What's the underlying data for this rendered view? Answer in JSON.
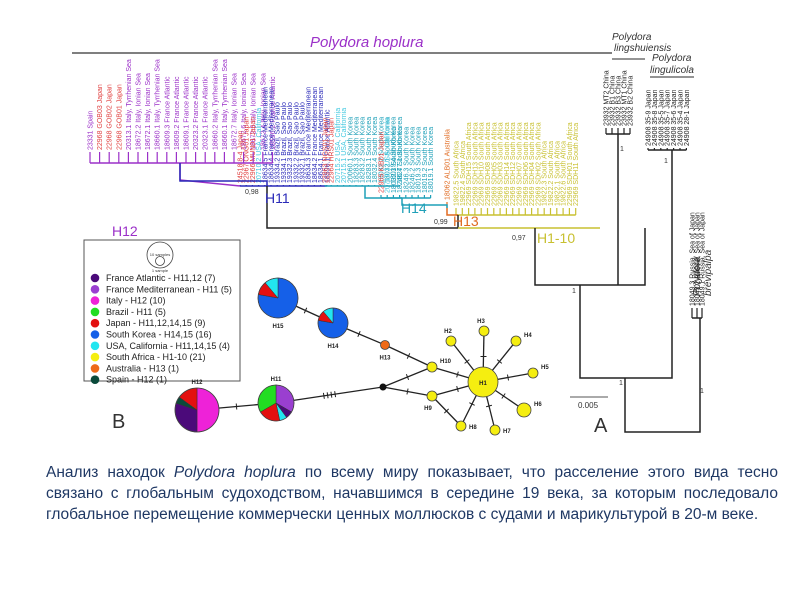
{
  "panels": {
    "tree_label": "A",
    "network_label": "B"
  },
  "tree": {
    "main_species": "Polydora hoplura",
    "species": [
      {
        "line1": "Polydora",
        "line2": "lingshuiensis"
      },
      {
        "line1": "Polydora",
        "line2": "lingulicola"
      },
      {
        "line1": "Polydora",
        "line2": "brevipalpa"
      }
    ],
    "clades": [
      {
        "name": "H12",
        "color": "#9b30c8"
      },
      {
        "name": "H11",
        "color": "#2a2ab8"
      },
      {
        "name": "H14",
        "color": "#1fa0b8"
      },
      {
        "name": "H13",
        "color": "#e06a20"
      },
      {
        "name": "H1-10",
        "color": "#c8c030"
      }
    ],
    "support_values": [
      "0,98",
      "0,99",
      "0,97",
      "1",
      "1",
      "1",
      "1",
      "1"
    ],
    "scale_bar": "0.005",
    "leaves": {
      "H12": [
        {
          "t": "23331 Spain",
          "c": "#9b30c8"
        },
        {
          "t": "22968 GOB03 Japan",
          "c": "#e04040"
        },
        {
          "t": "22968 GOB02 Japan",
          "c": "#e04040"
        },
        {
          "t": "22968 GOB01 Japan",
          "c": "#e04040"
        },
        {
          "t": "20313.1 Italy, Tyrrhenian Sea",
          "c": "#9b30c8"
        },
        {
          "t": "18672.2 Italy, Ionian Sea",
          "c": "#9b30c8"
        },
        {
          "t": "18672.1 Italy, Ionian Sea",
          "c": "#9b30c8"
        },
        {
          "t": "18660.1 Italy, Tyrrhenian Sea",
          "c": "#9b30c8"
        },
        {
          "t": "18609.3 France Atlantic",
          "c": "#9b30c8"
        },
        {
          "t": "18609.2 France Atlantic",
          "c": "#9b30c8"
        },
        {
          "t": "18609.1 France Atlantic",
          "c": "#9b30c8"
        },
        {
          "t": "20323.2 France Atlantic",
          "c": "#9b30c8"
        },
        {
          "t": "20323.1 France Atlantic",
          "c": "#9b30c8"
        },
        {
          "t": "18660.2 Italy, Tyrrhenian Sea",
          "c": "#9b30c8"
        },
        {
          "t": "18660.1 Italy, Tyrrhenian Sea",
          "c": "#9b30c8"
        },
        {
          "t": "18672.7 Italy, Ionian Sea",
          "c": "#9b30c8"
        },
        {
          "t": "18672.6 Italy, Ionian Sea",
          "c": "#9b30c8"
        },
        {
          "t": "18672.5 Italy, Ionian Sea",
          "c": "#9b30c8"
        },
        {
          "t": "18672.4 Italy, Ionian Sea",
          "c": "#9b30c8"
        },
        {
          "t": "18596.2 France Atlantic",
          "c": "#9b30c8"
        }
      ],
      "H11": [
        {
          "t": "24518 8-4 Japan",
          "c": "#e04040"
        },
        {
          "t": "22967 ONG01 Japan",
          "c": "#e04040"
        },
        {
          "t": "22966 MUN01 Japan",
          "c": "#e04040"
        },
        {
          "t": "20710.2 USA, California",
          "c": "#40c8e0"
        },
        {
          "t": "18634.5 France Mediterranean",
          "c": "#2a2ab8"
        },
        {
          "t": "18634.4 France Mediterranean",
          "c": "#2a2ab8"
        },
        {
          "t": "19334.2 Brazil, Sao Paulo",
          "c": "#2a2ab8"
        },
        {
          "t": "19334.1 Brazil, Sao Paulo",
          "c": "#2a2ab8"
        },
        {
          "t": "19332.3 Brazil, Sao Paulo",
          "c": "#2a2ab8"
        },
        {
          "t": "19332.2 Brazil, Sao Paulo",
          "c": "#2a2ab8"
        },
        {
          "t": "19332.1 Brazil, Sao Paulo",
          "c": "#2a2ab8"
        },
        {
          "t": "18634.3 France Mediterranean",
          "c": "#2a2ab8"
        },
        {
          "t": "18634.2 France Mediterranean",
          "c": "#2a2ab8"
        },
        {
          "t": "18634.1 France Mediterranean",
          "c": "#2a2ab8"
        },
        {
          "t": "18596.1 France Atlantic",
          "c": "#2a2ab8"
        }
      ],
      "H15": [
        {
          "t": "22963 NGS01 Japan",
          "c": "#e04040"
        },
        {
          "t": "22964 HRS01 Japan",
          "c": "#e04040"
        },
        {
          "t": "20715.2 USA, California",
          "c": "#40c8e0"
        },
        {
          "t": "20715.1 USA, California",
          "c": "#40c8e0"
        },
        {
          "t": "20060.1 South Korea",
          "c": "#1fa0b8"
        },
        {
          "t": "18283.3 South Korea",
          "c": "#1fa0b8"
        },
        {
          "t": "18283.2 South Korea",
          "c": "#1fa0b8"
        },
        {
          "t": "18283.1 South Korea",
          "c": "#1fa0b8"
        },
        {
          "t": "18032.4 South Korea",
          "c": "#1fa0b8"
        },
        {
          "t": "18032.2 South Korea",
          "c": "#1fa0b8"
        },
        {
          "t": "18032.1 South Korea",
          "c": "#1fa0b8"
        },
        {
          "t": "18019.4 South Korea",
          "c": "#1fa0b8"
        },
        {
          "t": "18277.1 South Korea",
          "c": "#1fa0b8"
        }
      ],
      "H14": [
        {
          "t": "22965 KIB01 Japan",
          "c": "#e04040"
        },
        {
          "t": "20710.1 USA, California",
          "c": "#40c8e0"
        },
        {
          "t": "18032.3 South Korea",
          "c": "#1fa0b8"
        },
        {
          "t": "18246.4 South Korea",
          "c": "#1fa0b8"
        },
        {
          "t": "18246.3 South Korea",
          "c": "#1fa0b8"
        },
        {
          "t": "18246.2 South Korea",
          "c": "#1fa0b8"
        },
        {
          "t": "18019.3 South Korea",
          "c": "#1fa0b8"
        },
        {
          "t": "18019.2 South Korea",
          "c": "#1fa0b8"
        },
        {
          "t": "18019.1 South Korea",
          "c": "#1fa0b8"
        }
      ],
      "H13": [
        {
          "t": "18062 ALB01 Australia",
          "c": "#e06a20"
        }
      ],
      "H1-10": [
        {
          "t": "19822.5 South Africa",
          "c": "#c8c030"
        },
        {
          "t": "19822.4 South Africa",
          "c": "#c8c030"
        },
        {
          "t": "22969 SDH15 South Africa",
          "c": "#c8c030"
        },
        {
          "t": "22969 SDH13 South Africa",
          "c": "#c8c030"
        },
        {
          "t": "22969 SDH10 South Africa",
          "c": "#c8c030"
        },
        {
          "t": "22969 SDH08 South Africa",
          "c": "#c8c030"
        },
        {
          "t": "22969 SDH05 South Africa",
          "c": "#c8c030"
        },
        {
          "t": "22969 SDH03 South Africa",
          "c": "#c8c030"
        },
        {
          "t": "22969 SDH14 South Africa",
          "c": "#c8c030"
        },
        {
          "t": "22969 SDH12 South Africa",
          "c": "#c8c030"
        },
        {
          "t": "22969 SDH07 South Africa",
          "c": "#c8c030"
        },
        {
          "t": "22969 SDH06 South Africa",
          "c": "#c8c030"
        },
        {
          "t": "22969 SDH04 South Africa",
          "c": "#c8c030"
        },
        {
          "t": "22969 SDH02 South Africa",
          "c": "#c8c030"
        },
        {
          "t": "19822.3 South Africa",
          "c": "#c8c030"
        },
        {
          "t": "19822.2 South Africa",
          "c": "#c8c030"
        },
        {
          "t": "19822.1 South Africa",
          "c": "#c8c030"
        },
        {
          "t": "19822.6 South Africa",
          "c": "#c8c030"
        },
        {
          "t": "22969 SDH01 South Africa",
          "c": "#c8c030"
        },
        {
          "t": "22969 SDH11 South Africa",
          "c": "#c8c030"
        }
      ],
      "lingshuiensis": [
        {
          "t": "23932 MT2 China",
          "c": "#222222"
        },
        {
          "t": "23932 B1 China",
          "c": "#222222"
        },
        {
          "t": "23932 B3 China",
          "c": "#222222"
        },
        {
          "t": "23932 MT1 China",
          "c": "#222222"
        },
        {
          "t": "23932 B2 China",
          "c": "#222222"
        }
      ],
      "lingulicola": [
        {
          "t": "24908 35-9 Japan",
          "c": "#222222"
        },
        {
          "t": "24908 35-8 Japan",
          "c": "#222222"
        },
        {
          "t": "24908 35-5 Japan",
          "c": "#222222"
        },
        {
          "t": "24908 35-7 Japan",
          "c": "#222222"
        },
        {
          "t": "24908 35-6 Japan",
          "c": "#222222"
        },
        {
          "t": "24908 35-4 Japan",
          "c": "#222222"
        },
        {
          "t": "24908 28-1 Japan",
          "c": "#222222"
        }
      ],
      "brevipalpa": [
        {
          "t": "18049.3 Russia, Sea of Japan",
          "c": "#222222"
        },
        {
          "t": "18049.2 Russia, Sea of Japan",
          "c": "#222222"
        },
        {
          "t": "18049.1 Russia, Sea of Japan",
          "c": "#222222"
        }
      ]
    }
  },
  "legend": {
    "size_large": "10 samples",
    "size_small": "1 sample",
    "items": [
      {
        "label": "France Atlantic - H11,12 (7)",
        "color": "#4b0a7a"
      },
      {
        "label": "France Mediterranean - H11 (5)",
        "color": "#9a3fd0"
      },
      {
        "label": "Italy - H12 (10)",
        "color": "#ee22d8"
      },
      {
        "label": "Brazil - H11 (5)",
        "color": "#22dd22"
      },
      {
        "label": "Japan - H11,12,14,15 (9)",
        "color": "#e31010"
      },
      {
        "label": "South Korea - H14,15 (16)",
        "color": "#1560e8"
      },
      {
        "label": "USA, California - H11,14,15 (4)",
        "color": "#22e6f0"
      },
      {
        "label": "South Africa - H1-10 (21)",
        "color": "#f5ee10"
      },
      {
        "label": "Australia - H13 (1)",
        "color": "#ee6a18"
      },
      {
        "label": "Spain - H12 (1)",
        "color": "#0a4a3a"
      }
    ]
  },
  "network": {
    "nodes": [
      {
        "id": "H15",
        "label": "H15",
        "counts": {
          "South Korea": 7,
          "Japan": 1,
          "USA, California": 1
        }
      },
      {
        "id": "H14",
        "label": "H14",
        "counts": {
          "South Korea": 7,
          "Japan": 1,
          "USA, California": 1
        }
      },
      {
        "id": "H13",
        "label": "H13",
        "counts": {
          "Australia": 1
        }
      },
      {
        "id": "H12",
        "label": "H12",
        "counts": {
          "Italy": 10,
          "France Atlantic": 6,
          "Spain": 1,
          "Japan": 3
        }
      },
      {
        "id": "H11",
        "label": "H11",
        "counts": {
          "France Mediterranean": 5,
          "France Atlantic": 1,
          "USA, California": 1,
          "Japan": 3,
          "Brazil": 5
        }
      },
      {
        "id": "H1",
        "label": "H1",
        "counts": {
          "South Africa": 8
        }
      },
      {
        "id": "H2",
        "label": "H2",
        "counts": {
          "South Africa": 1
        }
      },
      {
        "id": "H3",
        "label": "H3",
        "counts": {
          "South Africa": 1
        }
      },
      {
        "id": "H4",
        "label": "H4",
        "counts": {
          "South Africa": 1
        }
      },
      {
        "id": "H5",
        "label": "H5",
        "counts": {
          "South Africa": 1
        }
      },
      {
        "id": "H6",
        "label": "H6",
        "counts": {
          "South Africa": 2
        }
      },
      {
        "id": "H7",
        "label": "H7",
        "counts": {
          "South Africa": 1
        }
      },
      {
        "id": "H8",
        "label": "H8",
        "counts": {
          "South Africa": 1
        }
      },
      {
        "id": "H9",
        "label": "H9",
        "counts": {
          "South Africa": 1
        }
      },
      {
        "id": "H10",
        "label": "H10",
        "counts": {
          "South Africa": 1
        }
      }
    ],
    "edges": [
      {
        "from": "H15",
        "to": "H14",
        "mutations": 1
      },
      {
        "from": "H14",
        "to": "H13",
        "mutations": 1
      },
      {
        "from": "H13",
        "to": "H10",
        "mutations": 1
      },
      {
        "from": "H12",
        "to": "H11",
        "mutations": 1
      },
      {
        "from": "H11",
        "to": "median",
        "mutations": 4
      },
      {
        "from": "median",
        "to": "H10",
        "mutations": 1
      },
      {
        "from": "median",
        "to": "H9",
        "mutations": 1
      },
      {
        "from": "H10",
        "to": "H1",
        "mutations": 1
      },
      {
        "from": "H9",
        "to": "H1",
        "mutations": 1
      },
      {
        "from": "H9",
        "to": "H8",
        "mutations": 1
      },
      {
        "from": "H1",
        "to": "H2",
        "mutations": 1
      },
      {
        "from": "H1",
        "to": "H3",
        "mutations": 1
      },
      {
        "from": "H1",
        "to": "H4",
        "mutations": 1
      },
      {
        "from": "H1",
        "to": "H5",
        "mutations": 1
      },
      {
        "from": "H1",
        "to": "H6",
        "mutations": 1
      },
      {
        "from": "H1",
        "to": "H7",
        "mutations": 1
      },
      {
        "from": "H1",
        "to": "H8",
        "mutations": 1
      }
    ]
  },
  "caption": {
    "before": "Анализ находок ",
    "species": "Polydora hoplura",
    "after": " по всему миру показывает, что расселение этого вида тесно связано с глобальным судоходством, начавшимся в середине 19 века, за которым последовало глобальное перемещение коммерчески ценных моллюсков с судами и марикультурой в 20-м веке."
  }
}
